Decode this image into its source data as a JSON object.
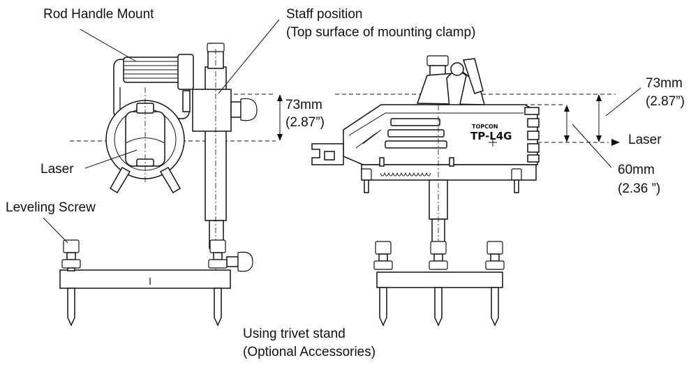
{
  "labels": {
    "rod_handle_mount": "Rod Handle Mount",
    "staff_position_line1": "Staff position",
    "staff_position_line2": "(Top surface of mounting clamp)",
    "laser_left": "Laser",
    "leveling_screw": "Leveling Screw",
    "dim_left_mm": "73mm",
    "dim_left_in": "(2.87”)",
    "dim_right_mm": "73mm",
    "dim_right_in": "(2.87”)",
    "laser_right": "Laser",
    "dim_60_mm": "60mm",
    "dim_60_in": "(2.36 ”)",
    "caption_line1": "Using trivet stand",
    "caption_line2": "(Optional Accessories)"
  },
  "device": {
    "brand": "TOPCON",
    "model": "TP-L4G"
  }
}
